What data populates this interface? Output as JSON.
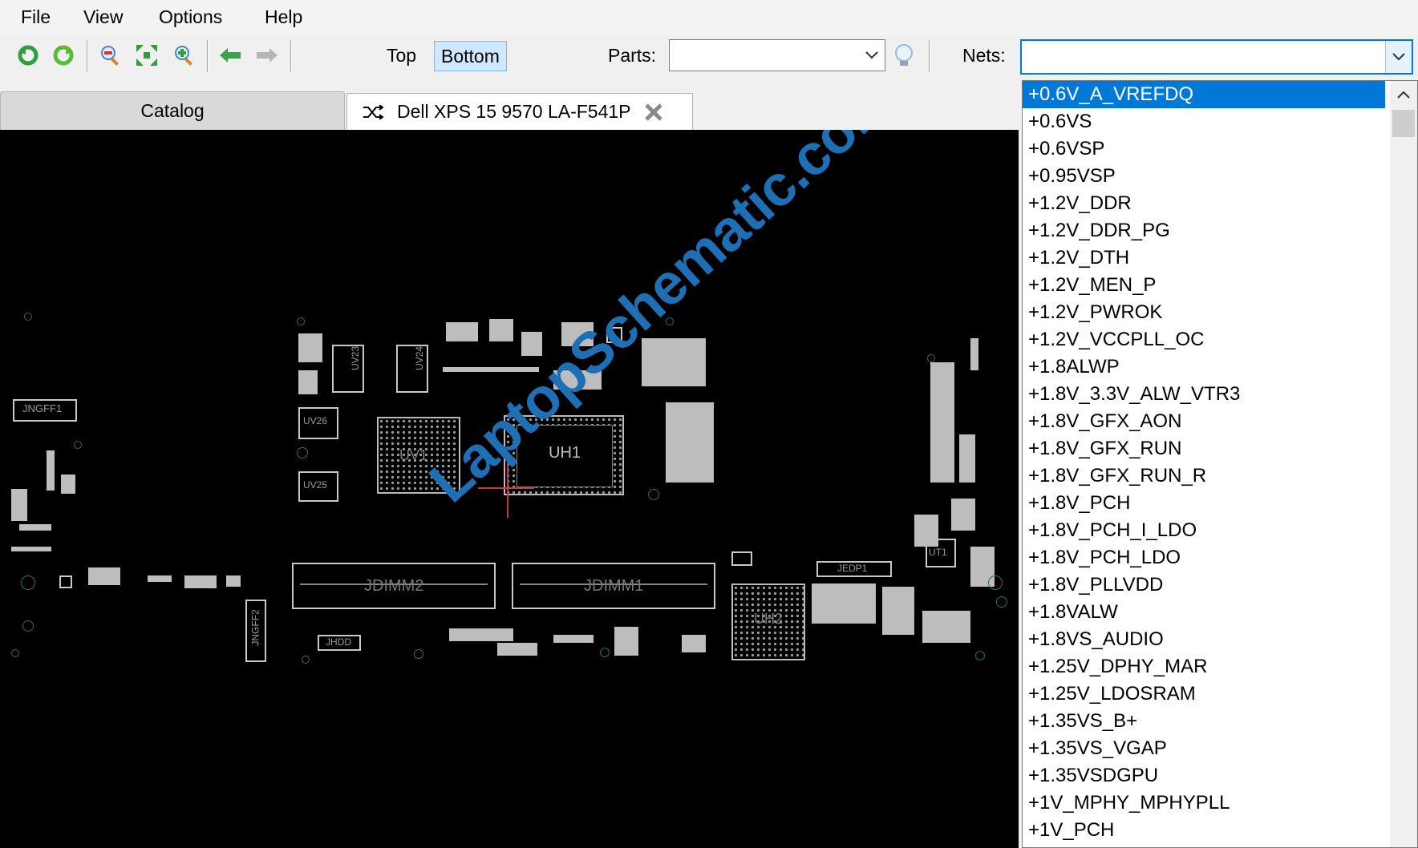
{
  "menu": [
    "File",
    "View",
    "Options",
    "Help"
  ],
  "toolbar": {
    "layer_top": "Top",
    "layer_bottom": "Bottom",
    "parts_label": "Parts:",
    "parts_value": "",
    "nets_label": "Nets:",
    "nets_value": ""
  },
  "tabs": {
    "catalog": "Catalog",
    "board": "Dell XPS 15 9570 LA-F541P"
  },
  "board": {
    "labels": {
      "jngff1": "JNGFF1",
      "uv23": "UV23",
      "uv24": "UV24",
      "uv26": "UV26",
      "uv25": "UV25",
      "uv1": "UV1",
      "uh1": "UH1",
      "jdimm2": "JDIMM2",
      "jdimm1": "JDIMM1",
      "jngff2": "JNGFF2",
      "jhdd": "JHDD",
      "uh2": "UH2",
      "jedp1": "JEDP1",
      "ut1": "UT1"
    },
    "watermark": "LaptopSchematic.com"
  },
  "nets_list": [
    "+0.6V_A_VREFDQ",
    "+0.6VS",
    "+0.6VSP",
    "+0.95VSP",
    "+1.2V_DDR",
    "+1.2V_DDR_PG",
    "+1.2V_DTH",
    "+1.2V_MEN_P",
    "+1.2V_PWROK",
    "+1.2V_VCCPLL_OC",
    "+1.8ALWP",
    "+1.8V_3.3V_ALW_VTR3",
    "+1.8V_GFX_AON",
    "+1.8V_GFX_RUN",
    "+1.8V_GFX_RUN_R",
    "+1.8V_PCH",
    "+1.8V_PCH_I_LDO",
    "+1.8V_PCH_LDO",
    "+1.8V_PLLVDD",
    "+1.8VALW",
    "+1.8VS_AUDIO",
    "+1.25V_DPHY_MAR",
    "+1.25V_LDOSRAM",
    "+1.35VS_B+",
    "+1.35VS_VGAP",
    "+1.35VSDGPU",
    "+1V_MPHY_MPHYPLL",
    "+1V_PCH"
  ],
  "selected_net_index": 0,
  "colors": {
    "accent": "#0078d7",
    "board_bg": "#000000",
    "watermark": "#1f6fb5"
  }
}
